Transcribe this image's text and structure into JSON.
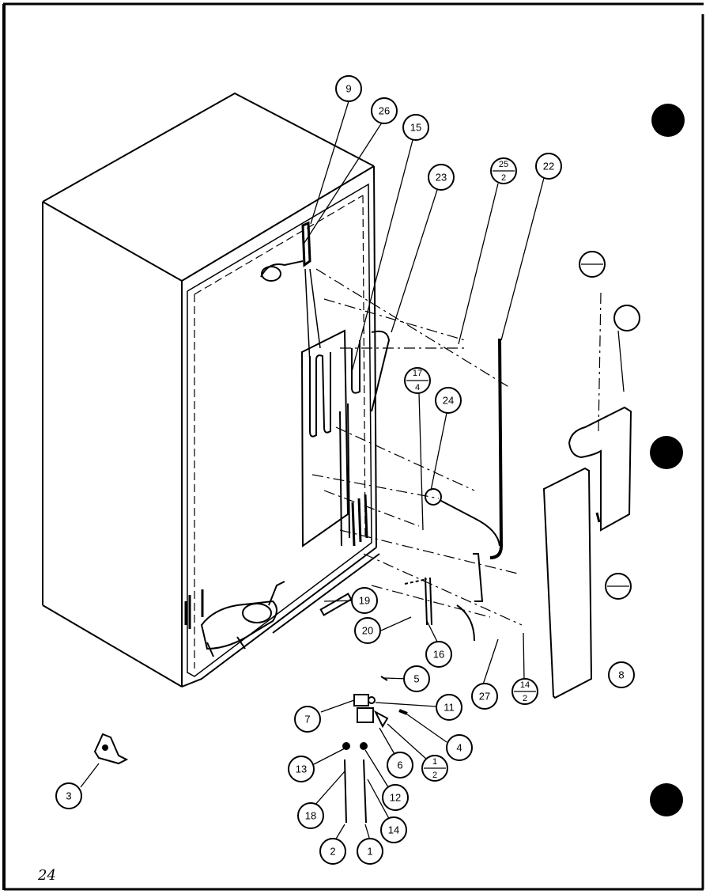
{
  "page_number": "24",
  "callouts": {
    "c9": "9",
    "c26": "26",
    "c15": "15",
    "c23": "23",
    "c25_2": {
      "top": "25",
      "bottom": "2"
    },
    "c22": "22",
    "c17_4": {
      "top": "17",
      "bottom": "4"
    },
    "c24": "24",
    "c19": "19",
    "c20": "20",
    "c16": "16",
    "c5": "5",
    "c27": "27",
    "c14_2": {
      "top": "14",
      "bottom": "2"
    },
    "c8": "8",
    "c7": "7",
    "c11": "11",
    "c4": "4",
    "c6": "6",
    "c1_2": {
      "top": "1",
      "bottom": "2"
    },
    "c13": "13",
    "c12": "12",
    "c18": "18",
    "c14": "14",
    "c2": "2",
    "c1": "1",
    "c3": "3"
  }
}
